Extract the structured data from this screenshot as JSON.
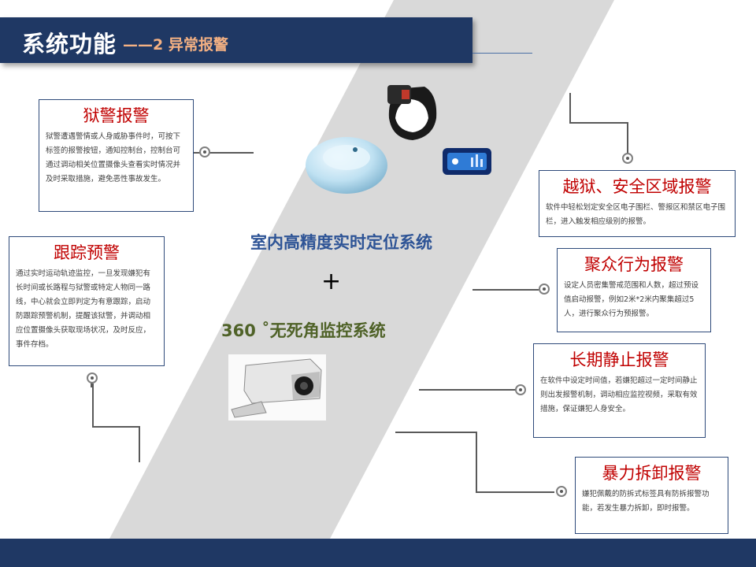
{
  "header": {
    "title": "系统功能",
    "subtitle": "——2 异常报警"
  },
  "center": {
    "line1": "室内高精度实时定位系统",
    "plus": "+",
    "line2": "360 ˚无死角监控系统"
  },
  "features": [
    {
      "title": "狱警报警",
      "desc": "狱警遭遇警情或人身威胁事件时，可按下标签的报警按钮，通知控制台，控制台可通过调动相关位置摄像头查看实时情况并及时采取措施，避免恶性事故发生。"
    },
    {
      "title": "跟踪预警",
      "desc": "通过实时运动轨迹监控，一旦发现嫌犯有长时间或长路程与狱警或特定人物同一路线，中心就会立即判定为有意跟踪，启动防跟踪预警机制，提醒该狱警，并调动相应位置摄像头获取现场状况，及时反应，事件存档。"
    },
    {
      "title": "越狱、安全区域报警",
      "desc": "软件中轻松划定安全区电子围栏、警报区和禁区电子围栏，进入触发相应级别的报警。"
    },
    {
      "title": "聚众行为报警",
      "desc": "设定人员密集警戒范围和人数，超过预设值启动报警，例如2米*2米内聚集超过5人，进行聚众行为预报警。"
    },
    {
      "title": "长期静止报警",
      "desc": "在软件中设定时间值，若嫌犯超过一定时间静止则出发报警机制，调动相应监控视频，采取有效措施，保证嫌犯人身安全。"
    },
    {
      "title": "暴力拆卸报警",
      "desc": "嫌犯佩戴的防拆式标签具有防拆报警功能，若发生暴力拆卸，即时报警。"
    }
  ],
  "colors": {
    "navy": "#1f3864",
    "accent_orange": "#f4b183",
    "feature_title_red": "#c00000",
    "center_blue": "#2e5496",
    "center_green": "#4f6228",
    "diagonal_gray": "#d9d9d9"
  },
  "icons": {
    "beacon": "round-beacon-device",
    "wristband": "wristband-tag-device",
    "card_tag": "card-tag-device",
    "camera": "security-camera"
  }
}
